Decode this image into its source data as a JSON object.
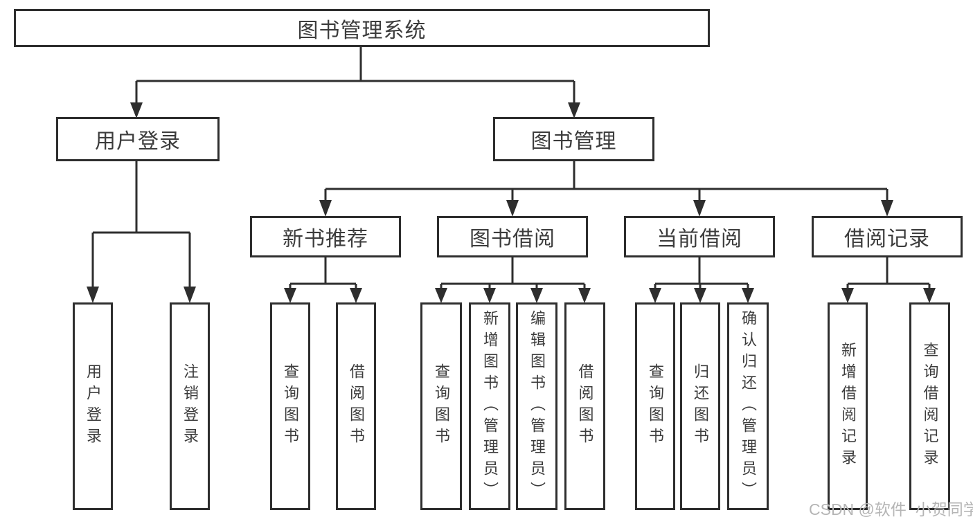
{
  "diagram": {
    "root": "图书管理系统",
    "branches": [
      {
        "label": "用户登录",
        "children": [
          "用户登录",
          "注销登录"
        ]
      },
      {
        "label": "图书管理",
        "sections": [
          {
            "label": "新书推荐",
            "children": [
              "查询图书",
              "借阅图书"
            ]
          },
          {
            "label": "图书借阅",
            "children": [
              "查询图书",
              "新增图书（管理员）",
              "编辑图书（管理员）",
              "借阅图书"
            ]
          },
          {
            "label": "当前借阅",
            "children": [
              "查询图书",
              "归还图书",
              "确认归还（管理员）"
            ]
          },
          {
            "label": "借阅记录",
            "children": [
              "新增借阅记录",
              "查询借阅记录"
            ]
          }
        ]
      }
    ]
  },
  "colors": {
    "line": "#2e2e2e",
    "text": "#3c3c3c",
    "watermark_text": "#b5b5b5",
    "background": "#ffffff"
  },
  "watermark": "CSDN @软件_小贺同学"
}
